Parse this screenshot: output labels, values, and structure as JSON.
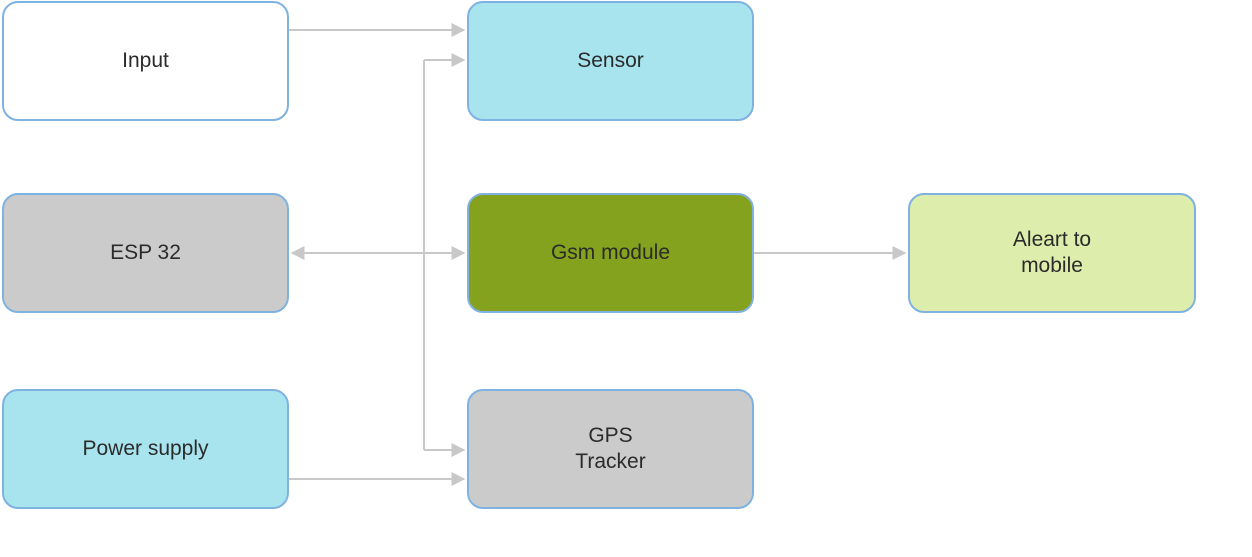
{
  "diagram": {
    "nodes": {
      "input": {
        "label": "Input",
        "color": "#ffffff"
      },
      "sensor": {
        "label": "Sensor",
        "color": "#a8e4ee"
      },
      "esp32": {
        "label": "ESP 32",
        "color": "#cbcbcb"
      },
      "gsm": {
        "label": "Gsm module",
        "color": "#84a21e"
      },
      "alert": {
        "label": "Aleart to\nmobile",
        "color": "#ddedab"
      },
      "power": {
        "label": "Power supply",
        "color": "#a8e4ee"
      },
      "gps": {
        "label": "GPS\nTracker",
        "color": "#cbcbcb"
      }
    },
    "border_color": "#7fb2e0",
    "connector_color": "#c8c8c8",
    "edges": [
      {
        "from": "input",
        "to": "sensor"
      },
      {
        "from": "bus",
        "to": "sensor"
      },
      {
        "from": "gsm",
        "to": "esp32",
        "bidirectional": true
      },
      {
        "from": "bus",
        "to": "gsm"
      },
      {
        "from": "gsm",
        "to": "alert"
      },
      {
        "from": "bus",
        "to": "gps"
      },
      {
        "from": "power",
        "to": "gps"
      }
    ]
  }
}
